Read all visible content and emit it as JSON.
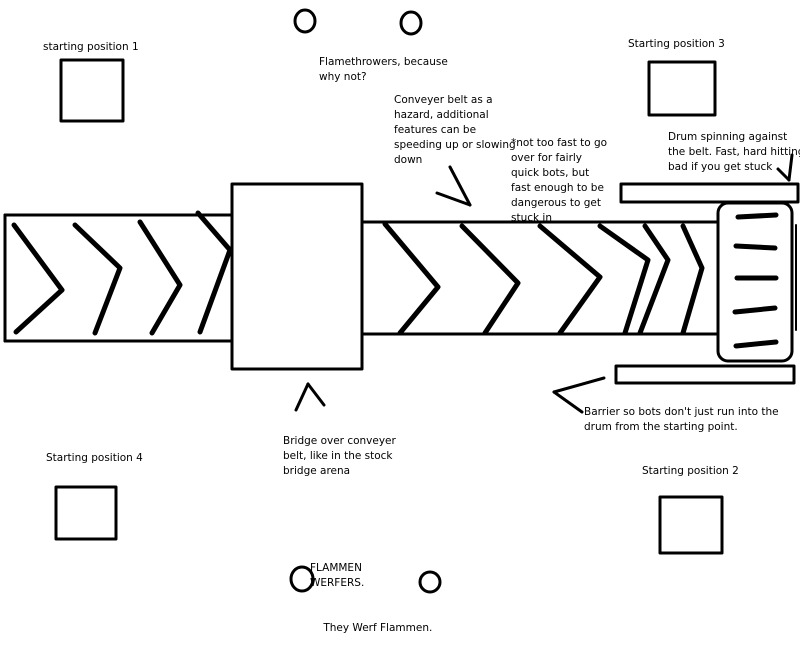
{
  "labels": {
    "start1": "starting position 1",
    "start2": "Starting position 2",
    "start3": "Starting position 3",
    "start4": "Starting position 4",
    "flamethrowers": [
      "Flamethrowers, because",
      "why not?"
    ],
    "conveyor": [
      "Conveyer belt as a",
      "hazard, additional",
      "features can be",
      "speeding up or slowing",
      "down"
    ],
    "speed_note": [
      "*not too fast to go",
      "over for fairly",
      "quick bots, but",
      "fast enough to be",
      "dangerous to get",
      "stuck in"
    ],
    "drum": [
      "Drum spinning against",
      "the belt. Fast, hard hitting,",
      "bad if you get stuck"
    ],
    "barrier": [
      "Barrier so bots don't just run into the",
      "drum from the starting point."
    ],
    "bridge": [
      "Bridge over conveyer",
      "belt, like in the stock",
      "bridge arena"
    ],
    "flammen": [
      "FLAMMEN",
      "WERFERS.",
      "    They Werf Flammen."
    ]
  },
  "colors": {
    "ink": "#000000",
    "background": "#ffffff"
  },
  "icons": [
    "flamethrower-circle",
    "flamethrower-circle",
    "flamethrower-circle",
    "flamethrower-circle"
  ]
}
